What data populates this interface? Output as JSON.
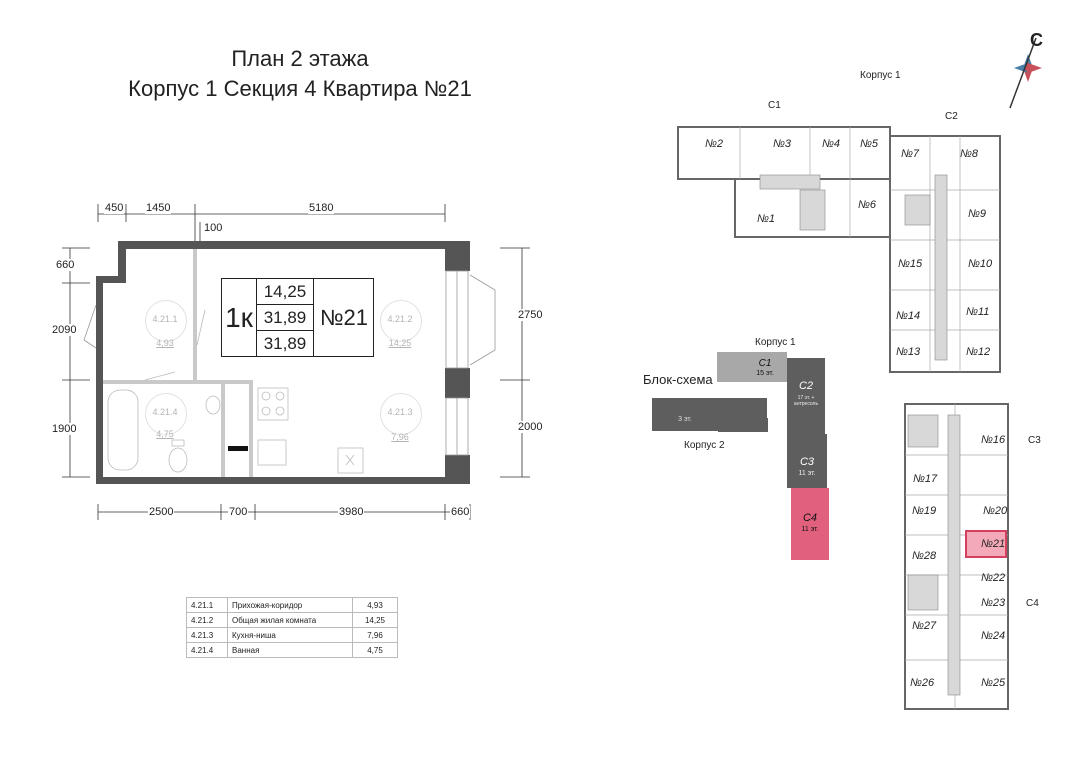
{
  "title": {
    "line1": "План 2 этажа",
    "line2": "Корпус 1 Секция 4 Квартира №21"
  },
  "dimensions": {
    "top": [
      "450",
      "1450",
      "5180"
    ],
    "top_small": "100",
    "bottom": [
      "2500",
      "700",
      "3980",
      "660"
    ],
    "left": [
      "660",
      "2090",
      "1900"
    ],
    "right": [
      "2750",
      "2000"
    ]
  },
  "rooms_on_plan": [
    {
      "id": "4.21.1",
      "area": "4,93"
    },
    {
      "id": "4.21.2",
      "area": "14,25"
    },
    {
      "id": "4.21.3",
      "area": "7,96"
    },
    {
      "id": "4.21.4",
      "area": "4,75"
    }
  ],
  "info": {
    "type": "1к",
    "living": "14,25",
    "total": "31,89",
    "total2": "31,89",
    "number": "№21"
  },
  "room_table": [
    {
      "id": "4.21.1",
      "name": "Прихожая-коридор",
      "area": "4,93"
    },
    {
      "id": "4.21.2",
      "name": "Общая жилая комната",
      "area": "14,25"
    },
    {
      "id": "4.21.3",
      "name": "Кухня-ниша",
      "area": "7,96"
    },
    {
      "id": "4.21.4",
      "name": "Ванная",
      "area": "4,75"
    }
  ],
  "site": {
    "building_label": "Корпус 1",
    "sections": {
      "c1": "С1",
      "c2": "С2",
      "c3": "С3",
      "c4": "С4"
    },
    "apartments": [
      "№2",
      "№3",
      "№4",
      "№5",
      "№7",
      "№8",
      "№1",
      "№6",
      "№9",
      "№15",
      "№10",
      "№14",
      "№11",
      "№13",
      "№12",
      "№16",
      "№17",
      "№20",
      "№19",
      "№21",
      "№28",
      "№22",
      "№23",
      "№27",
      "№24",
      "№26",
      "№25"
    ],
    "highlight": "№21",
    "compass": "С"
  },
  "block_scheme": {
    "title": "Блок-схема",
    "korpus1": "Корпус 1",
    "korpus2": "Корпус 2",
    "blocks": [
      {
        "name": "С1",
        "floors": "15 эт."
      },
      {
        "name": "С2",
        "floors": "17 эт. + антресоль"
      },
      {
        "name": "С3",
        "floors": "11 эт."
      },
      {
        "name": "С4",
        "floors": "11 эт."
      },
      {
        "name": "",
        "floors": "3 эт."
      }
    ]
  },
  "colors": {
    "wall": "#555555",
    "block": "#5e5e5e",
    "block_light": "#a8a8a8",
    "highlight": "#e0607e",
    "compass_blue": "#4a7fa8",
    "compass_red": "#c8505a"
  }
}
